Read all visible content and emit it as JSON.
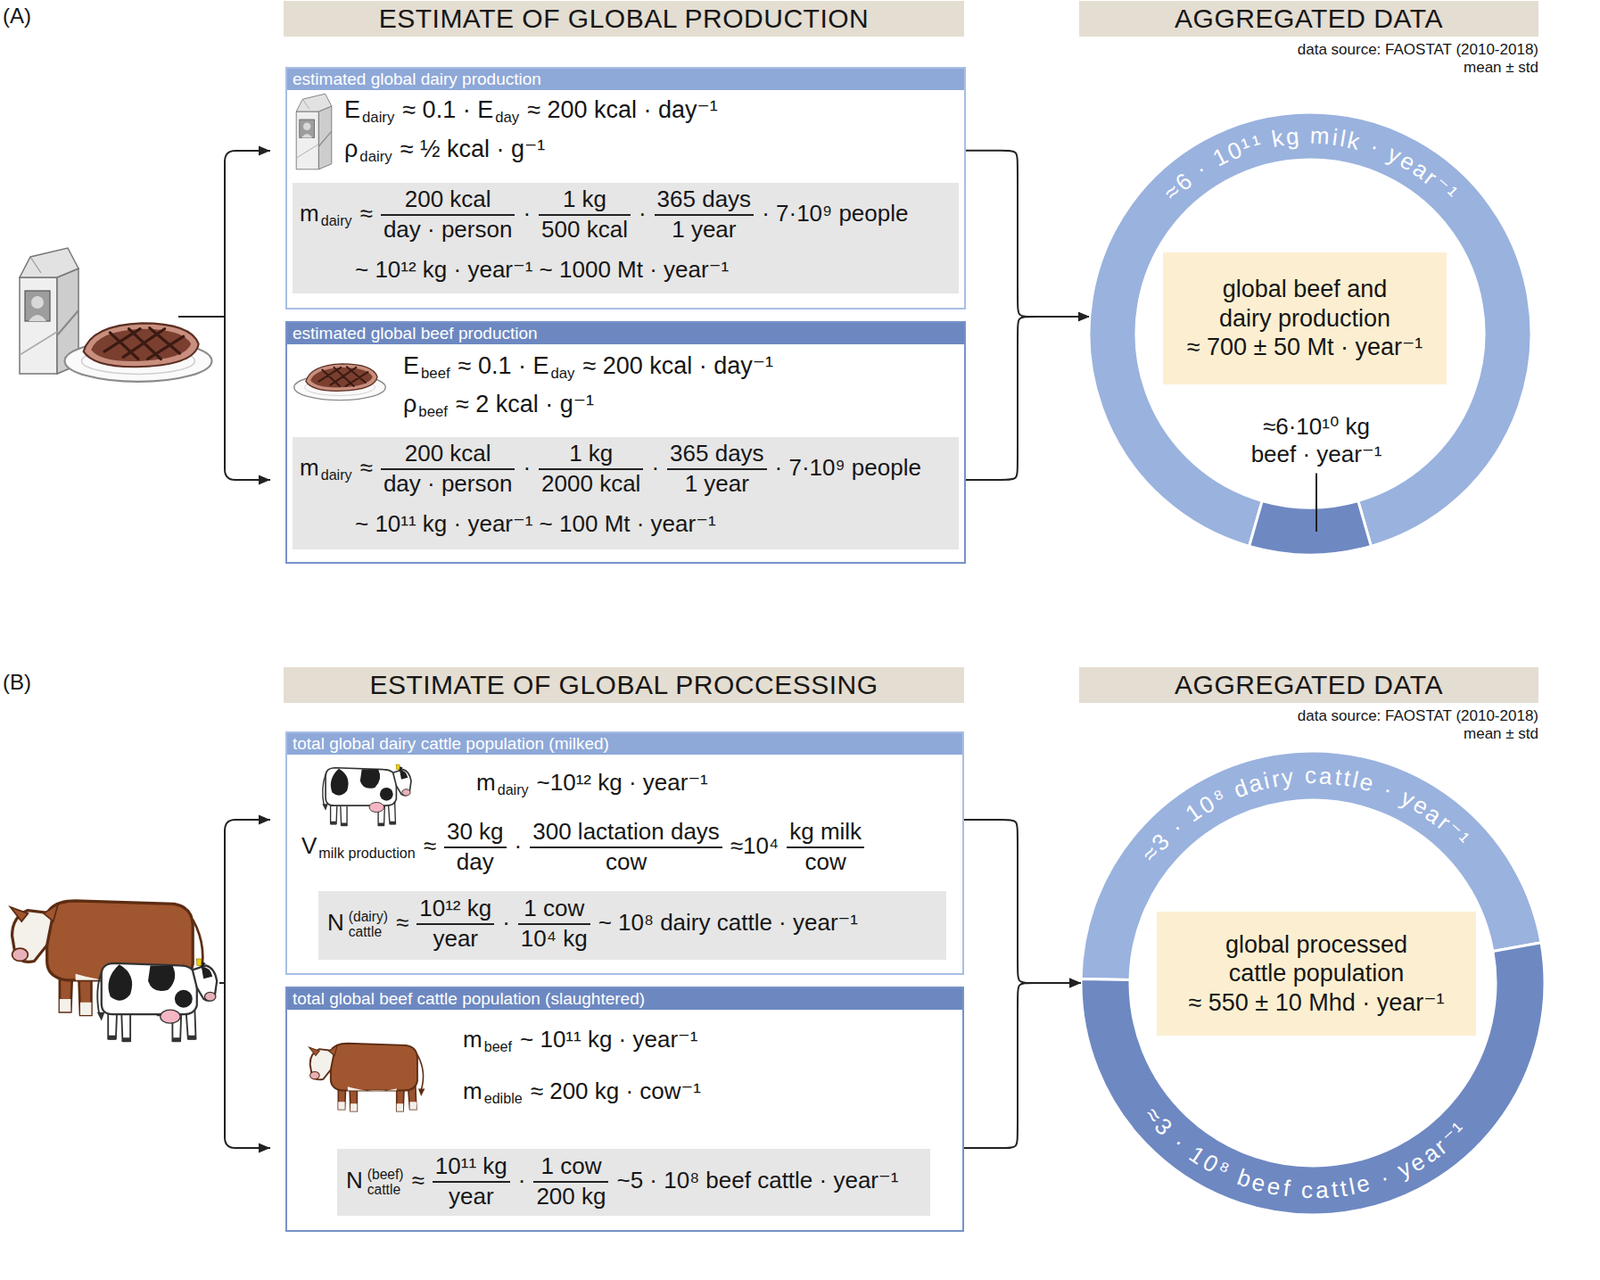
{
  "diagram": {
    "nodes": [
      {
        "text": [
          "ESTIMATE OF GLOBAL PRODUCTION"
        ]
      },
      {
        "text": [
          "AGGREGATED DATA"
        ]
      },
      {
        "text": [
          "estimated global dairy production",
          "E",
          "dairy",
          "≈ 0.1 · E",
          "day",
          "≈ 200 kcal · day⁻¹",
          "ρ",
          "dairy",
          "≈ ½ kcal · g⁻¹"
        ]
      },
      {
        "text": [
          "m",
          "dairy",
          "≈",
          "200 kcal",
          "day · person",
          "·",
          "1 kg",
          "500 kcal",
          "·",
          "365 days",
          "1 year",
          "· 7·10⁹ people",
          "~ 10¹² kg · year⁻¹ ~ 1000 Mt · year⁻¹"
        ],
        "in": 2
      },
      {
        "text": [
          "estimated global beef production",
          "E",
          "beef",
          "≈ 0.1 · E",
          "day",
          "≈ 200 kcal · day⁻¹",
          "ρ",
          "beef",
          "≈ 2 kcal · g⁻¹"
        ]
      },
      {
        "text": [
          "m",
          "dairy",
          "≈",
          "200 kcal",
          "day · person",
          "·",
          "1 kg",
          "2000 kcal",
          "·",
          "365 days",
          "1 year",
          "· 7·10⁹ people",
          "~ 10¹¹ kg · year⁻¹ ~ 100 Mt · year⁻¹"
        ],
        "in": 4
      },
      {
        "text": [
          "≈6 · 10¹¹ kg milk · year⁻¹",
          "≈6·10¹⁰ kg beef · year⁻¹"
        ]
      },
      {
        "text": [
          "global beef and dairy production",
          "≈ 700 ± 50 Mt · year⁻¹"
        ],
        "in": 6
      },
      {
        "text": [
          "ESTIMATE OF GLOBAL PROCCESSING"
        ]
      },
      {
        "text": [
          "AGGREGATED DATA"
        ]
      },
      {
        "text": [
          "total global dairy cattle population (milked)",
          "m",
          "dairy",
          "~10¹² kg · year⁻¹",
          "V",
          "milk production",
          "≈",
          "30 kg",
          "day",
          "·",
          "300 lactation days",
          "cow",
          "≈10⁴",
          "kg milk",
          "cow"
        ]
      },
      {
        "text": [
          "N",
          "(dairy)",
          "cattle",
          "≈",
          "10¹² kg",
          "year",
          "·",
          "1 cow",
          "10⁴ kg",
          "~ 10⁸ dairy cattle · year⁻¹"
        ],
        "in": 10
      },
      {
        "text": [
          "total global beef cattle population (slaughtered)",
          "m",
          "beef",
          "~ 10¹¹ kg · year⁻¹",
          "m",
          "edible",
          "≈ 200 kg · cow⁻¹"
        ]
      },
      {
        "text": [
          "N",
          "(beef)",
          "cattle",
          "≈",
          "10¹¹ kg",
          "year",
          "·",
          "1 cow",
          "200 kg",
          "~5 · 10⁸ beef cattle · year⁻¹"
        ],
        "in": 12
      },
      {
        "text": [
          "≈3 · 10⁸ dairy cattle · year⁻¹",
          "≈3 · 10⁸ beef cattle · year⁻¹"
        ]
      },
      {
        "text": [
          "global processed cattle population",
          "≈ 550 ± 10 Mhd · year⁻¹"
        ],
        "in": 14
      }
    ],
    "edges": [
      {
        "from": 2,
        "to": 6,
        "arrow": "to"
      },
      {
        "from": 4,
        "to": 6,
        "arrow": "to"
      },
      {
        "from": 10,
        "to": 14,
        "arrow": "to"
      },
      {
        "from": 12,
        "to": 14,
        "arrow": "to"
      }
    ],
    "labels": [
      "(A)",
      "data source: FAOSTAT (2010-2018)",
      "mean ± std",
      "(B)",
      "data source: FAOSTAT (2010-2018)",
      "mean ± std"
    ]
  }
}
